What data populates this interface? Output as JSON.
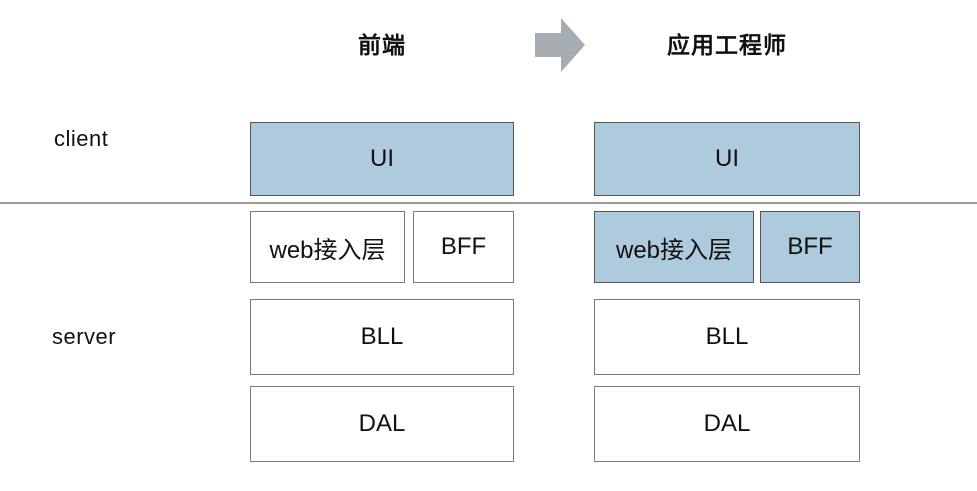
{
  "diagram": {
    "title_row": {
      "left_title": "前端",
      "right_title": "应用工程师",
      "arrow_icon": "right-block-arrow"
    },
    "row_labels": {
      "client": "client",
      "server": "server"
    },
    "columns": {
      "left": {
        "title": "前端",
        "boxes": {
          "ui": "UI",
          "web": "web接入层",
          "bff": "BFF",
          "bll": "BLL",
          "dal": "DAL"
        },
        "highlighted_boxes": [
          "UI"
        ]
      },
      "right": {
        "title": "应用工程师",
        "boxes": {
          "ui": "UI",
          "web": "web接入层",
          "bff": "BFF",
          "bll": "BLL",
          "dal": "DAL"
        },
        "highlighted_boxes": [
          "UI",
          "web接入层",
          "BFF"
        ]
      }
    }
  },
  "colors": {
    "highlight_fill": "#aecbdd",
    "box_fill": "#ffffff",
    "blue_box_border": "#555555",
    "white_box_border": "#7a7a7a",
    "divider_color": "#9a9a9a",
    "arrow_fill": "#a5acb2",
    "text_color": "#111111",
    "bg_color": "#ffffff"
  }
}
